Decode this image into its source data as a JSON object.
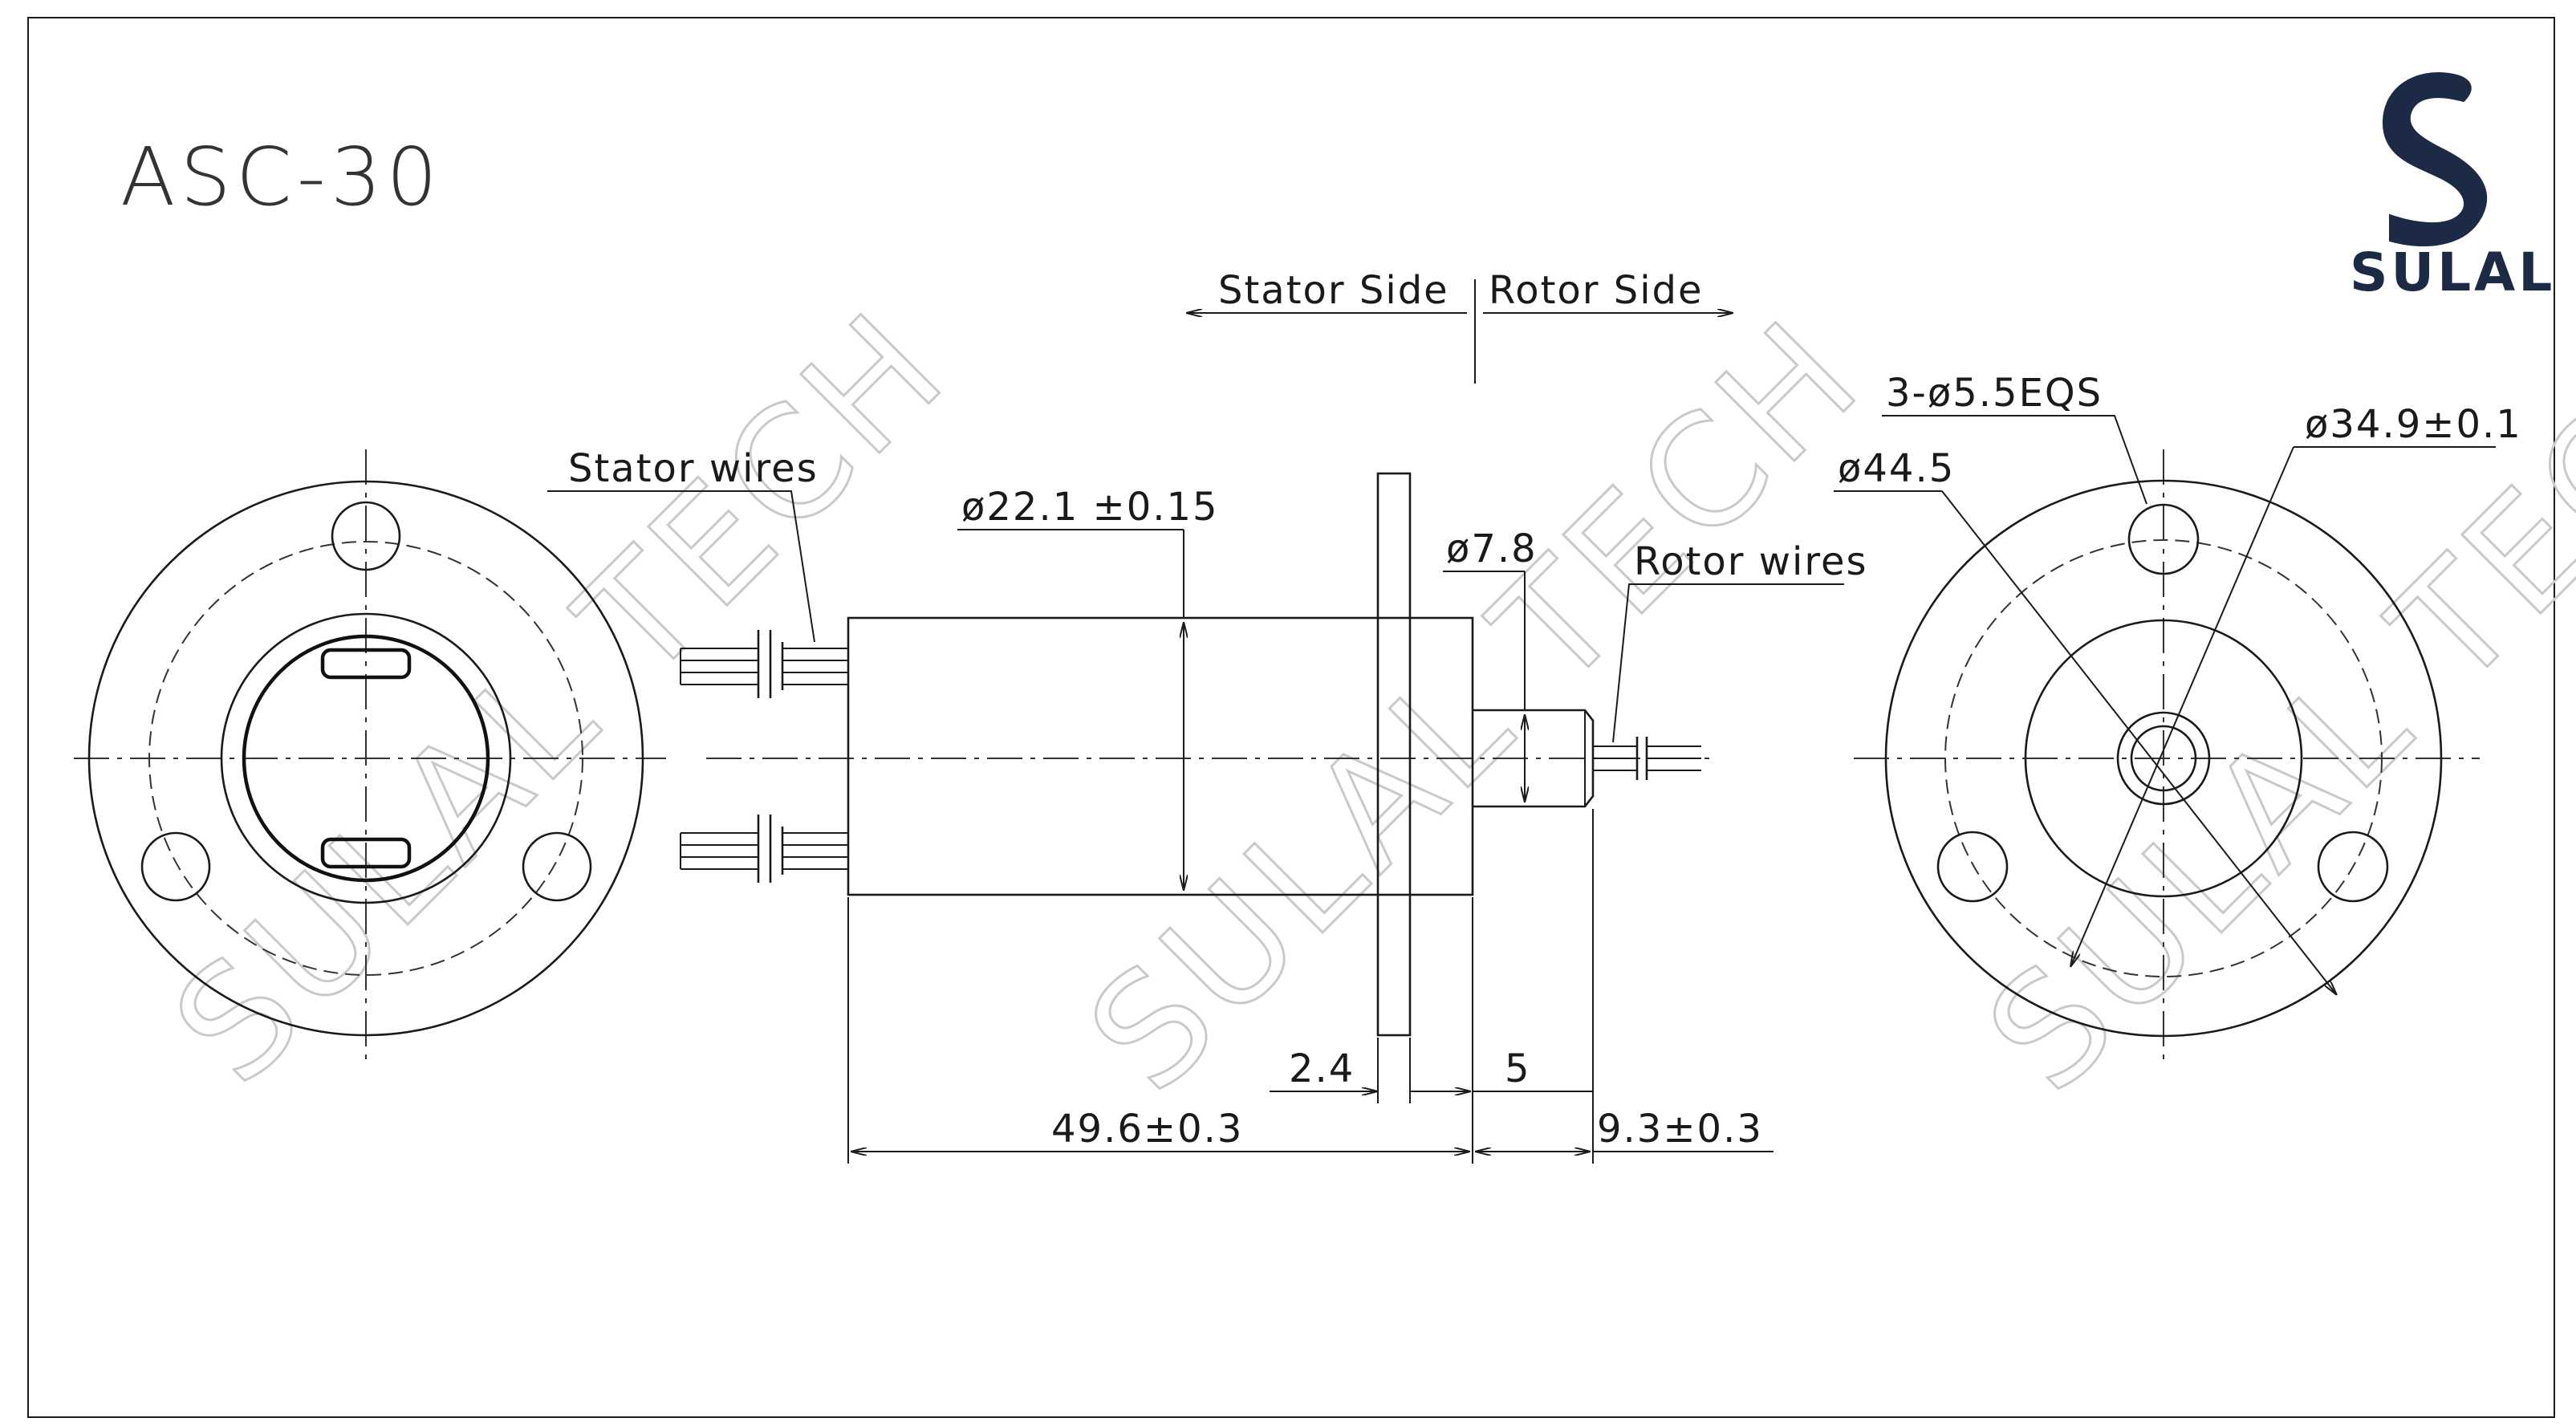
{
  "title": "ASC-30",
  "brand": {
    "name": "SULAL",
    "color": "#1c2a45",
    "logo_icon": "s-logo-icon"
  },
  "watermark": "SULAL TECH",
  "side_labels": {
    "stator": "Stator Side",
    "rotor": "Rotor Side"
  },
  "callouts": {
    "stator_wires": "Stator wires",
    "rotor_wires": "Rotor wires"
  },
  "dimensions": {
    "body_diameter": "ø22.1 ±0.15",
    "shaft_diameter": "ø7.8",
    "flange_thickness": "2.4",
    "shaft_step": "5",
    "body_length": "49.6±0.3",
    "shaft_length": "9.3±0.3",
    "mounting_holes": "3-ø5.5EQS",
    "flange_diameter": "ø44.5",
    "bolt_circle": "ø34.9±0.1"
  }
}
